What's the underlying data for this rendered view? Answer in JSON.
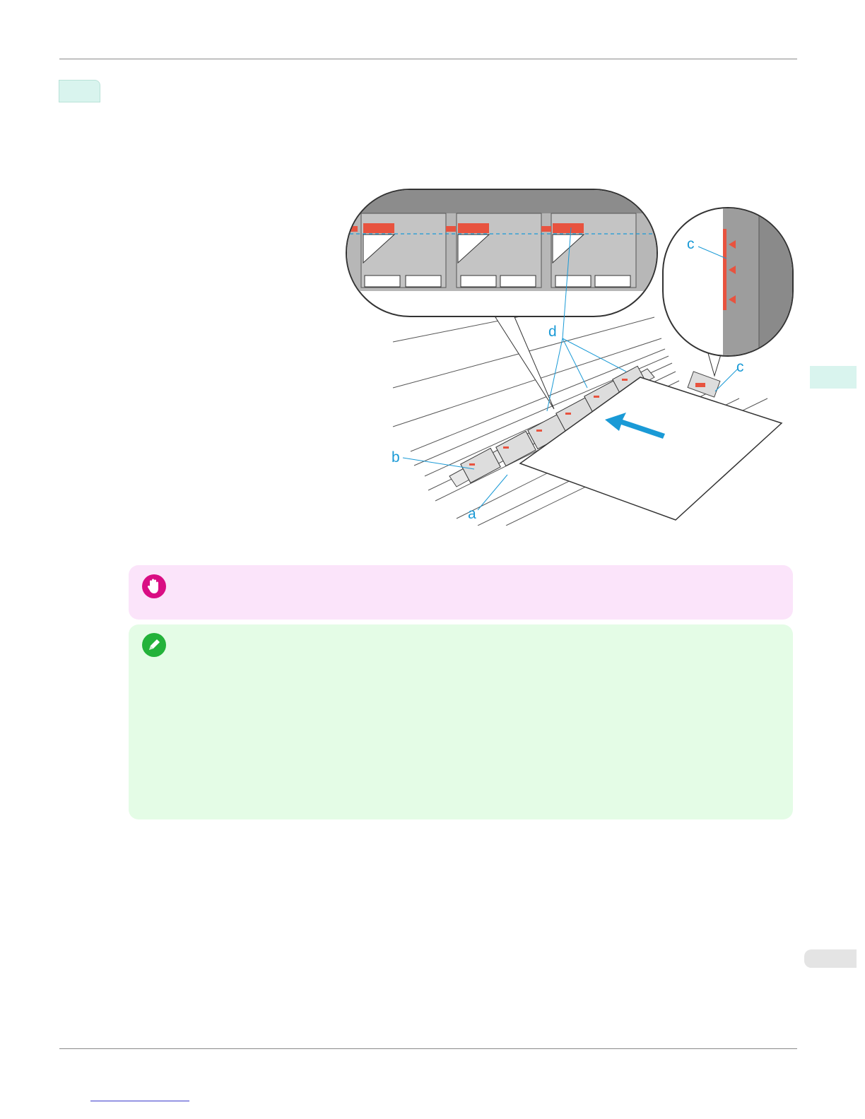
{
  "figure": {
    "labels": {
      "a": "a",
      "b": "b",
      "c_zoom": "c",
      "c_main": "c",
      "d": "d"
    },
    "colors": {
      "callout_line": "#1a9ad6",
      "marker_red": "#e8533f",
      "arrow_blue": "#1a9ad6"
    }
  },
  "callouts": {
    "important": {
      "icon": "hand-stop-icon",
      "color": "#fbe4fa"
    },
    "note": {
      "icon": "pencil-icon",
      "color": "#e4fce6"
    }
  },
  "colors": {
    "tab_teal": "#d9f4ee",
    "page_tab_grey": "#e4e4e4",
    "footer_link": "#3a3acc"
  }
}
